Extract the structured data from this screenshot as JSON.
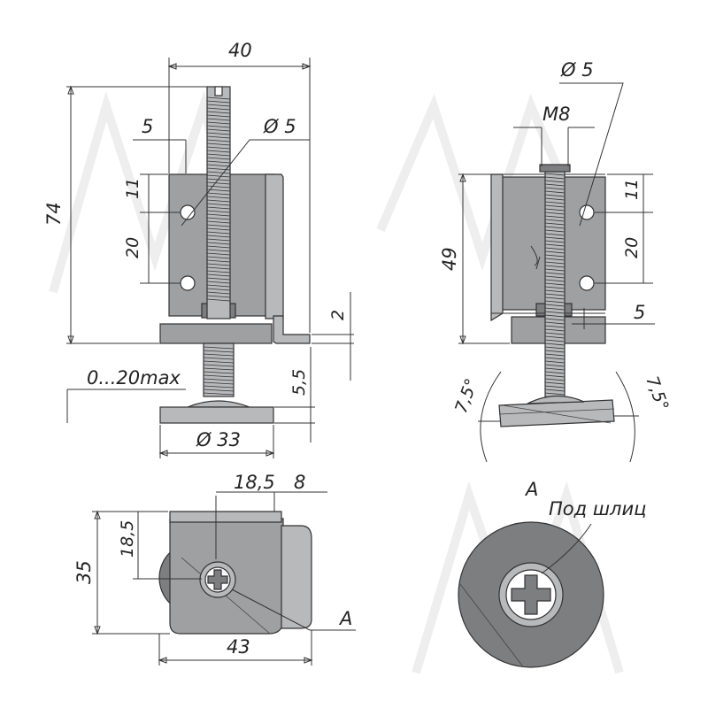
{
  "front_view": {
    "dim_width": "40",
    "dim_offset": "5",
    "dim_hole": "Ø 5",
    "dim_height": "74",
    "dim_hole_top": "11",
    "dim_hole_spacing": "20",
    "dim_plate": "2",
    "dim_adjust": "0...20max",
    "dim_gap": "5,5",
    "dim_base": "Ø 33"
  },
  "side_view": {
    "dim_hole": "Ø 5",
    "dim_thread": "M8",
    "dim_height": "49",
    "dim_hole_top": "11",
    "dim_hole_spacing": "20",
    "dim_offset": "5",
    "dim_angle_left": "7,5°",
    "dim_angle_right": "7,5°"
  },
  "top_view": {
    "dim_center": "18,5",
    "dim_depth_offset": "8",
    "dim_side": "18,5",
    "dim_depth": "35",
    "dim_width": "43",
    "view_label": "A"
  },
  "detail_view": {
    "title": "A",
    "note": "Под шлиц"
  }
}
